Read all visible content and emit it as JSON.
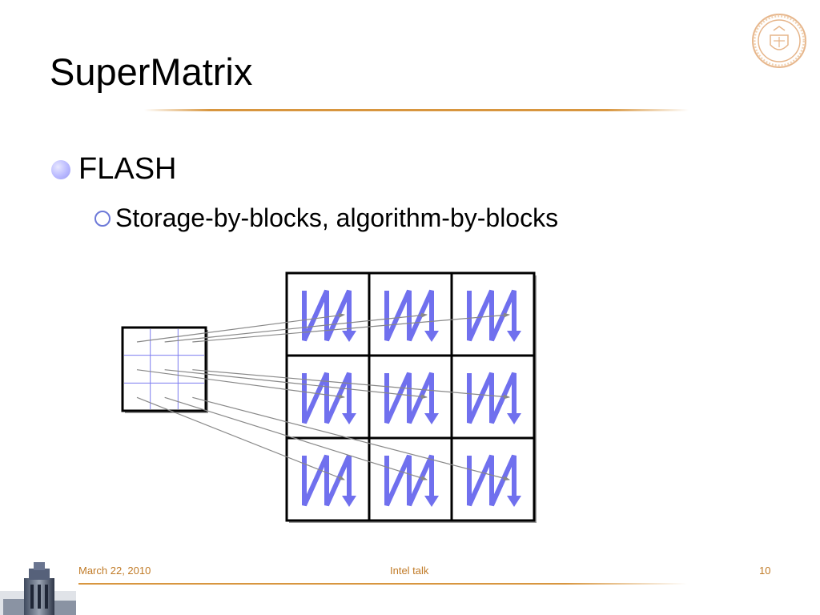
{
  "slide": {
    "title": "SuperMatrix",
    "bullets": [
      {
        "text": "FLASH",
        "level": 1
      },
      {
        "text": "Storage-by-blocks, algorithm-by-blocks",
        "level": 2
      }
    ]
  },
  "footer": {
    "date": "March 22, 2010",
    "talk": "Intel talk",
    "page": "10"
  },
  "colors": {
    "accent_rule": "#d8963f",
    "footer_text": "#c07a26",
    "zigzag": "#7070ee",
    "small_grid_lines": "#7d7df0",
    "connector_lines": "#888888",
    "bullet_dot": "#b9b9ff",
    "bullet_ring": "#6d79d8"
  },
  "diagram": {
    "small_matrix_blocks": {
      "rows": 3,
      "cols": 3
    },
    "large_matrix_blocks": {
      "rows": 3,
      "cols": 3
    },
    "block_traversal": "column-major zigzag"
  },
  "icons": {
    "logo": "university-seal-icon",
    "tower": "campus-tower-icon"
  }
}
